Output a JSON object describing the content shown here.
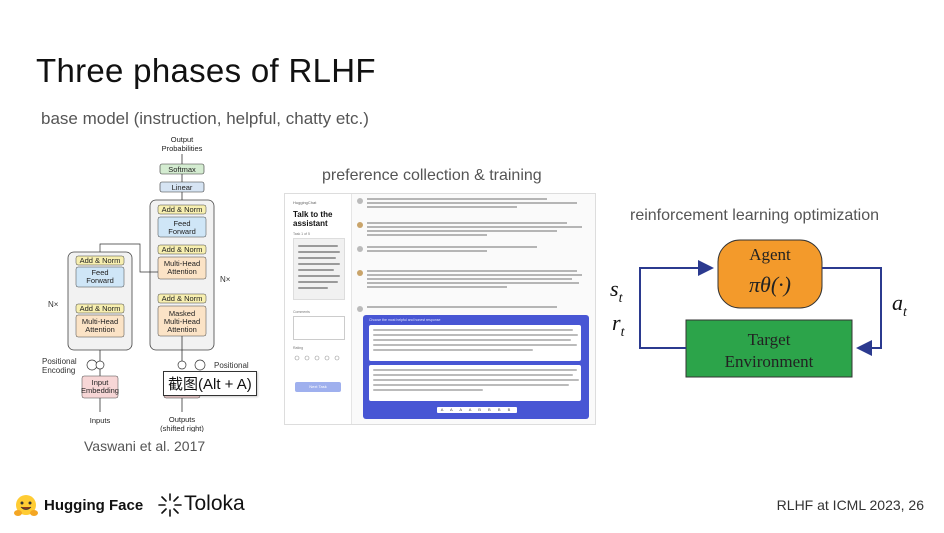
{
  "slide": {
    "title": "Three phases of RLHF",
    "subtitle_base": "base model (instruction, helpful, chatty etc.)",
    "subtitle_pref": "preference collection & training",
    "subtitle_rl": "reinforcement learning optimization",
    "citation": "Vaswani et al. 2017",
    "footer_ref": "RLHF at ICML 2023, 26"
  },
  "transformer": {
    "output_probs": "Output Probabilities",
    "softmax": "Softmax",
    "linear": "Linear",
    "add_norm": "Add & Norm",
    "feed_forward": "Feed Forward",
    "multi_head": "Multi-Head Attention",
    "masked_multi_head": "Masked Multi-Head Attention",
    "nx": "N×",
    "positional_encoding_left": "Positional Encoding",
    "positional_encoding_right": "Positional",
    "input_embedding": "Input Embedding",
    "inputs": "Inputs",
    "outputs": "Outputs (shifted right)"
  },
  "tooltip": {
    "text": "截图(Alt + A)"
  },
  "preference": {
    "brand": "HuggingChat",
    "heading": "Talk to the assistant",
    "task_label": "Task 1 of 5",
    "comments_label": "Comments",
    "rating_label": "Rating",
    "next_button": "Next Task",
    "panel_title": "Choose the most helpful and honest response",
    "scale": "A A A A B B B B"
  },
  "rl": {
    "agent_label": "Agent",
    "agent_policy": "πθ(·)",
    "env_label_1": "Target",
    "env_label_2": "Environment",
    "state": "s",
    "state_sub": "t",
    "reward": "r",
    "reward_sub": "t",
    "action": "a",
    "action_sub": "t",
    "agent_color": "#f39a2b",
    "env_color": "#2ca44a",
    "arrow_color": "#2b3a8f"
  },
  "footer": {
    "hf_name": "Hugging Face",
    "toloka_name": "Toloka"
  }
}
